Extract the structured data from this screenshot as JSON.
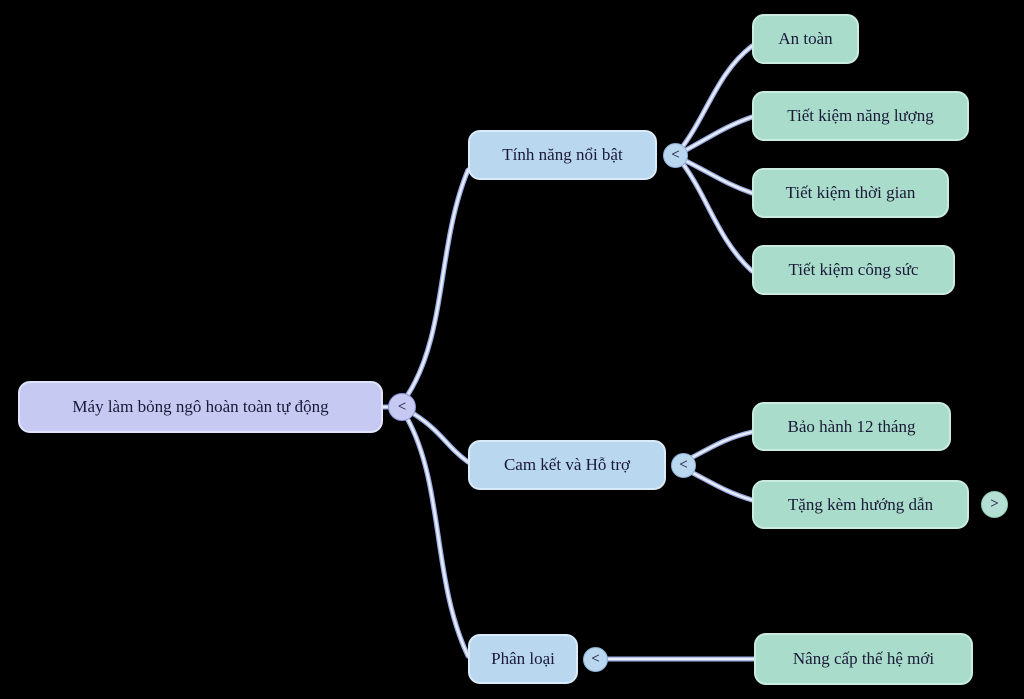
{
  "colors": {
    "background": "#000000",
    "root_fill": "#c6caf2",
    "root_border": "#e0e3fb",
    "branch_fill": "#b9d7ee",
    "branch_border": "#d9eaf8",
    "leaf_fill": "#a9dcca",
    "leaf_border": "#c9ecdf",
    "edge_outer": "#9cace0",
    "edge_inner": "#e7ecfb",
    "text": "#1a1a38"
  },
  "root": {
    "label": "Máy làm bỏng ngô hoàn toàn tự động",
    "toggle": "<"
  },
  "branches": [
    {
      "label": "Tính năng nổi bật",
      "toggle": "<",
      "children": [
        {
          "label": "An toàn"
        },
        {
          "label": "Tiết kiệm năng lượng"
        },
        {
          "label": "Tiết kiệm thời gian"
        },
        {
          "label": "Tiết kiệm công sức"
        }
      ]
    },
    {
      "label": "Cam kết và Hỗ trợ",
      "toggle": "<",
      "children": [
        {
          "label": "Bảo hành 12 tháng"
        },
        {
          "label": "Tặng kèm hướng dẫn",
          "expand_toggle": ">"
        }
      ]
    },
    {
      "label": "Phân loại",
      "toggle": "<",
      "children": [
        {
          "label": "Nâng cấp thế hệ mới"
        }
      ]
    }
  ]
}
